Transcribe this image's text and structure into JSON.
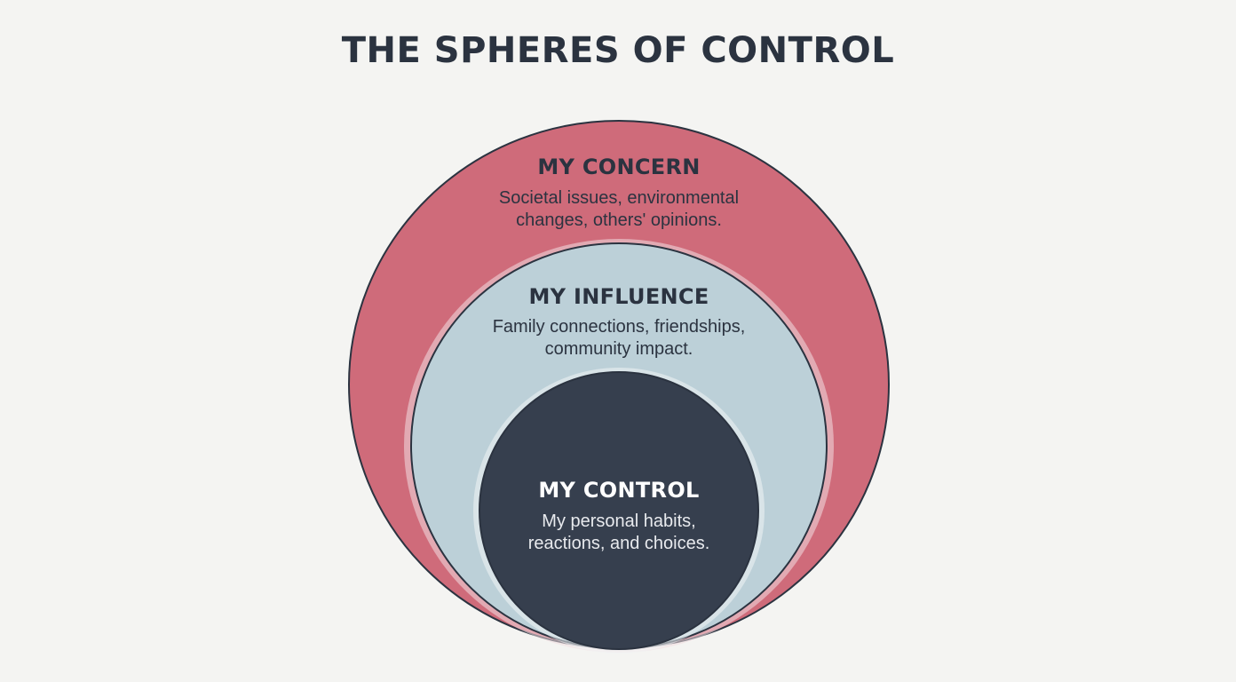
{
  "title": "THE SPHERES OF CONTROL",
  "colors": {
    "background": "#f4f4f2",
    "concern": "#cf6b7a",
    "influence": "#bcd0d8",
    "control": "#363f4e",
    "text_dark": "#2b3340",
    "text_light": "#ffffff"
  },
  "spheres": {
    "concern": {
      "label": "MY CONCERN",
      "lines": [
        "Societal issues, environmental",
        "changes, others' opinions."
      ]
    },
    "influence": {
      "label": "MY INFLUENCE",
      "lines": [
        "Family connections, friendships,",
        "community impact."
      ]
    },
    "control": {
      "label": "MY CONTROL",
      "lines": [
        "My personal habits,",
        "reactions, and choices."
      ]
    }
  }
}
